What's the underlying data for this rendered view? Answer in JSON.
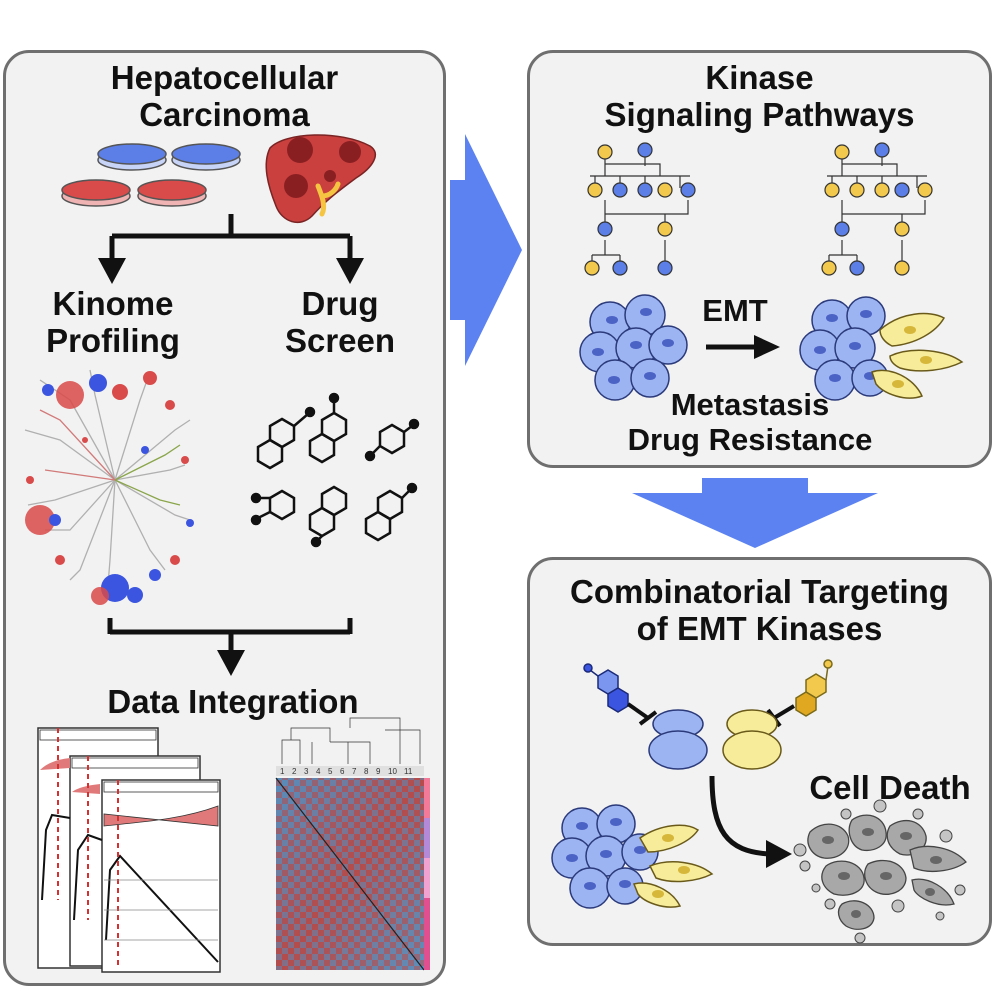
{
  "left_panel": {
    "title_line1": "Hepatocellular",
    "title_line2": "Carcinoma",
    "branch_left_line1": "Kinome",
    "branch_left_line2": "Profiling",
    "branch_right_line1": "Drug",
    "branch_right_line2": "Screen",
    "integration_label": "Data Integration",
    "heatmap_cluster_numbers": [
      "1",
      "2",
      "3",
      "4",
      "5",
      "6",
      "7",
      "8",
      "9",
      "10",
      "11"
    ]
  },
  "top_right_panel": {
    "title_line1": "Kinase",
    "title_line2": "Signaling Pathways",
    "transition_label": "EMT",
    "outcome_line1": "Metastasis",
    "outcome_line2": "Drug Resistance"
  },
  "bottom_right_panel": {
    "title_line1": "Combinatorial Targeting",
    "title_line2": "of EMT Kinases",
    "outcome_label": "Cell Death"
  },
  "colors": {
    "panel_fill": "#f2f2f2",
    "panel_border": "#6f6f6f",
    "flow_arrow": "#5b82f0",
    "kinase_yellow": "#f2c94c",
    "kinase_blue": "#5b7fe6",
    "epithelial_cell": "#9db4f2",
    "mesenchymal_cell": "#f7ec9a",
    "dead_cell": "#a8a8a8",
    "tumor_red": "#d94a4a"
  }
}
